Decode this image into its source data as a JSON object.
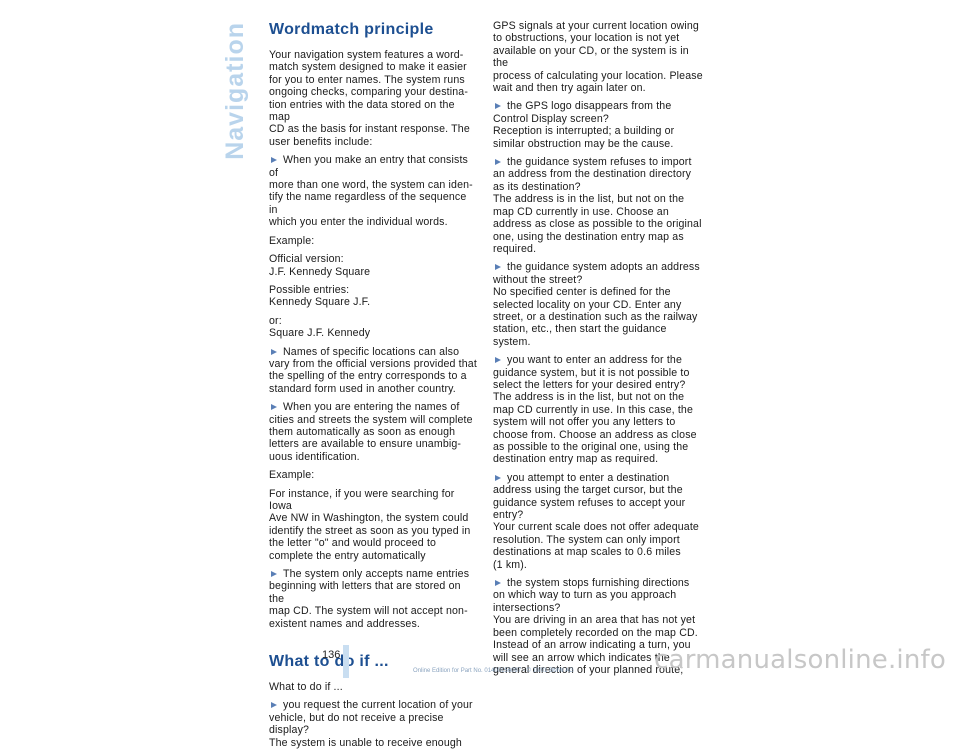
{
  "section_tab": "Navigation",
  "left": {
    "heading1": "Wordmatch principle",
    "intro": "Your navigation system features a word-\nmatch system designed to make it easier\nfor you to enter names. The system runs\nongoing checks, comparing your destina-\ntion entries with the data stored on the map\nCD as the basis for instant response. The\nuser benefits include:",
    "b1": "When you make an entry that consists of\nmore than one word, the system can iden-\ntify the name regardless of the sequence in\nwhich you enter the individual words.",
    "example1": "Example:",
    "official": "Official version:\nJ.F. Kennedy Square",
    "possible": "Possible entries:\nKennedy Square J.F.",
    "or": "or:\nSquare J.F. Kennedy",
    "b2": "Names of specific locations can also\nvary from the official versions provided that\nthe spelling of the entry corresponds to a\nstandard form used in another country.",
    "b3": "When you are entering the names of\ncities and streets the system will complete\nthem automatically as soon as enough\nletters are available to ensure unambig-\nuous identification.",
    "example2": "Example:",
    "instance": "For instance, if you were searching for Iowa\nAve NW in Washington, the system could\nidentify the street as soon as you typed in\nthe letter \"o\" and would proceed to\ncomplete the entry automatically",
    "b4": "The system only accepts name entries\nbeginning with letters that are stored on the\nmap CD. The system will not accept non-\nexistent names and addresses.",
    "heading2": "What to do if ...",
    "whatif": "What to do if ...",
    "b5": "you request the current location of your\nvehicle, but do not receive a precise\ndisplay?\nThe system is unable to receive enough"
  },
  "right": {
    "cont": "GPS signals at your current location owing\nto obstructions, your location is not yet\navailable on your CD, or the system is in the\nprocess of calculating your location. Please\nwait and then try again later on.",
    "b1": "the GPS logo disappears from the\nControl Display screen?\nReception is interrupted; a building or\nsimilar obstruction may be the cause.",
    "b2": "the guidance system refuses to import\nan address from the destination directory\nas its destination?\nThe address is in the list, but not on the\nmap CD currently in use. Choose an\naddress as close as possible to the original\none, using the destination entry map as\nrequired.",
    "b3": "the guidance system adopts an address\nwithout the street?\nNo specified center is defined for the\nselected locality on your CD. Enter any\nstreet, or a destination such as the railway\nstation, etc., then start the guidance\nsystem.",
    "b4": "you want to enter an address for the\nguidance system, but it is not possible to\nselect the letters for your desired entry?\nThe address is in the list, but not on the\nmap CD currently in use. In this case, the\nsystem will not offer you any letters to\nchoose from. Choose an address as close\nas possible to the original one, using the\ndestination entry map as required.",
    "b5": "you attempt to enter a destination\naddress using the target cursor, but the\nguidance system refuses to accept your\nentry?\nYour current scale does not offer adequate\nresolution. The system can only import\ndestinations at map scales to 0.6 miles\n(1 km).",
    "b6": "the system stops furnishing directions\non which way to turn as you approach\nintersections?\nYou are driving in an area that has not yet\nbeen completely recorded on the map CD.\nInstead of an arrow indicating a turn, you\nwill see an arrow which indicates the\ngeneral direction of your planned route;"
  },
  "page_number": "136",
  "footer_text": "Online Edition for Part No. 01400156097 - © 10/01 BMW AG",
  "watermark": "carmanualsonline.info",
  "colors": {
    "heading": "#1d4f91",
    "tab": "#b9d4ec",
    "bullet": "#5a7fb6"
  }
}
